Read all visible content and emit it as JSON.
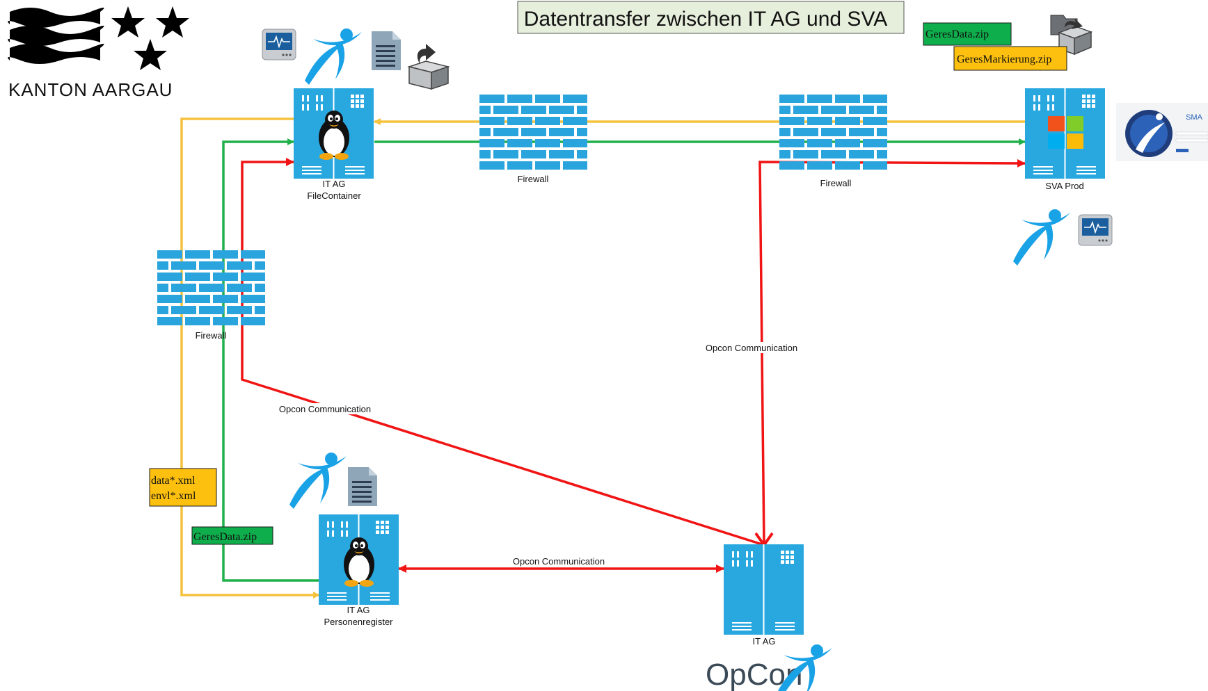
{
  "title": "Datentransfer zwischen IT AG und SVA",
  "logo": {
    "name": "KANTON AARGAU"
  },
  "servers": {
    "filecontainer": {
      "line1": "IT AG",
      "line2": "FileContainer"
    },
    "personenregister": {
      "line1": "IT AG",
      "line2": "Personenregister"
    },
    "opcon_server": {
      "line1": "IT AG"
    },
    "sva_prod": {
      "line1": "SVA Prod"
    }
  },
  "firewalls": {
    "top_left": "Firewall",
    "top_right": "Firewall",
    "left": "Firewall"
  },
  "edge_labels": {
    "opcon_left": "Opcon Communication",
    "opcon_right": "Opcon Communication",
    "opcon_bottom": "Opcon Communication"
  },
  "file_tags": {
    "geres_top": "GeresData.zip",
    "markierung_top": "GeresMarkierung.zip",
    "xml_line1": "data*.xml",
    "xml_line2": "envl*.xml",
    "geres_bottom": "GeresData.zip"
  },
  "brand": {
    "opcon": "OpCon",
    "sma": "SMA"
  },
  "colors": {
    "yellow_flow": "#f5c23e",
    "green_flow": "#21b14b",
    "red_flow": "#f01414",
    "server_blue": "#29a8e0",
    "firewall_blue": "#2aa4dd",
    "tag_green": "#0fae4c",
    "tag_yellow": "#fdc00f"
  }
}
